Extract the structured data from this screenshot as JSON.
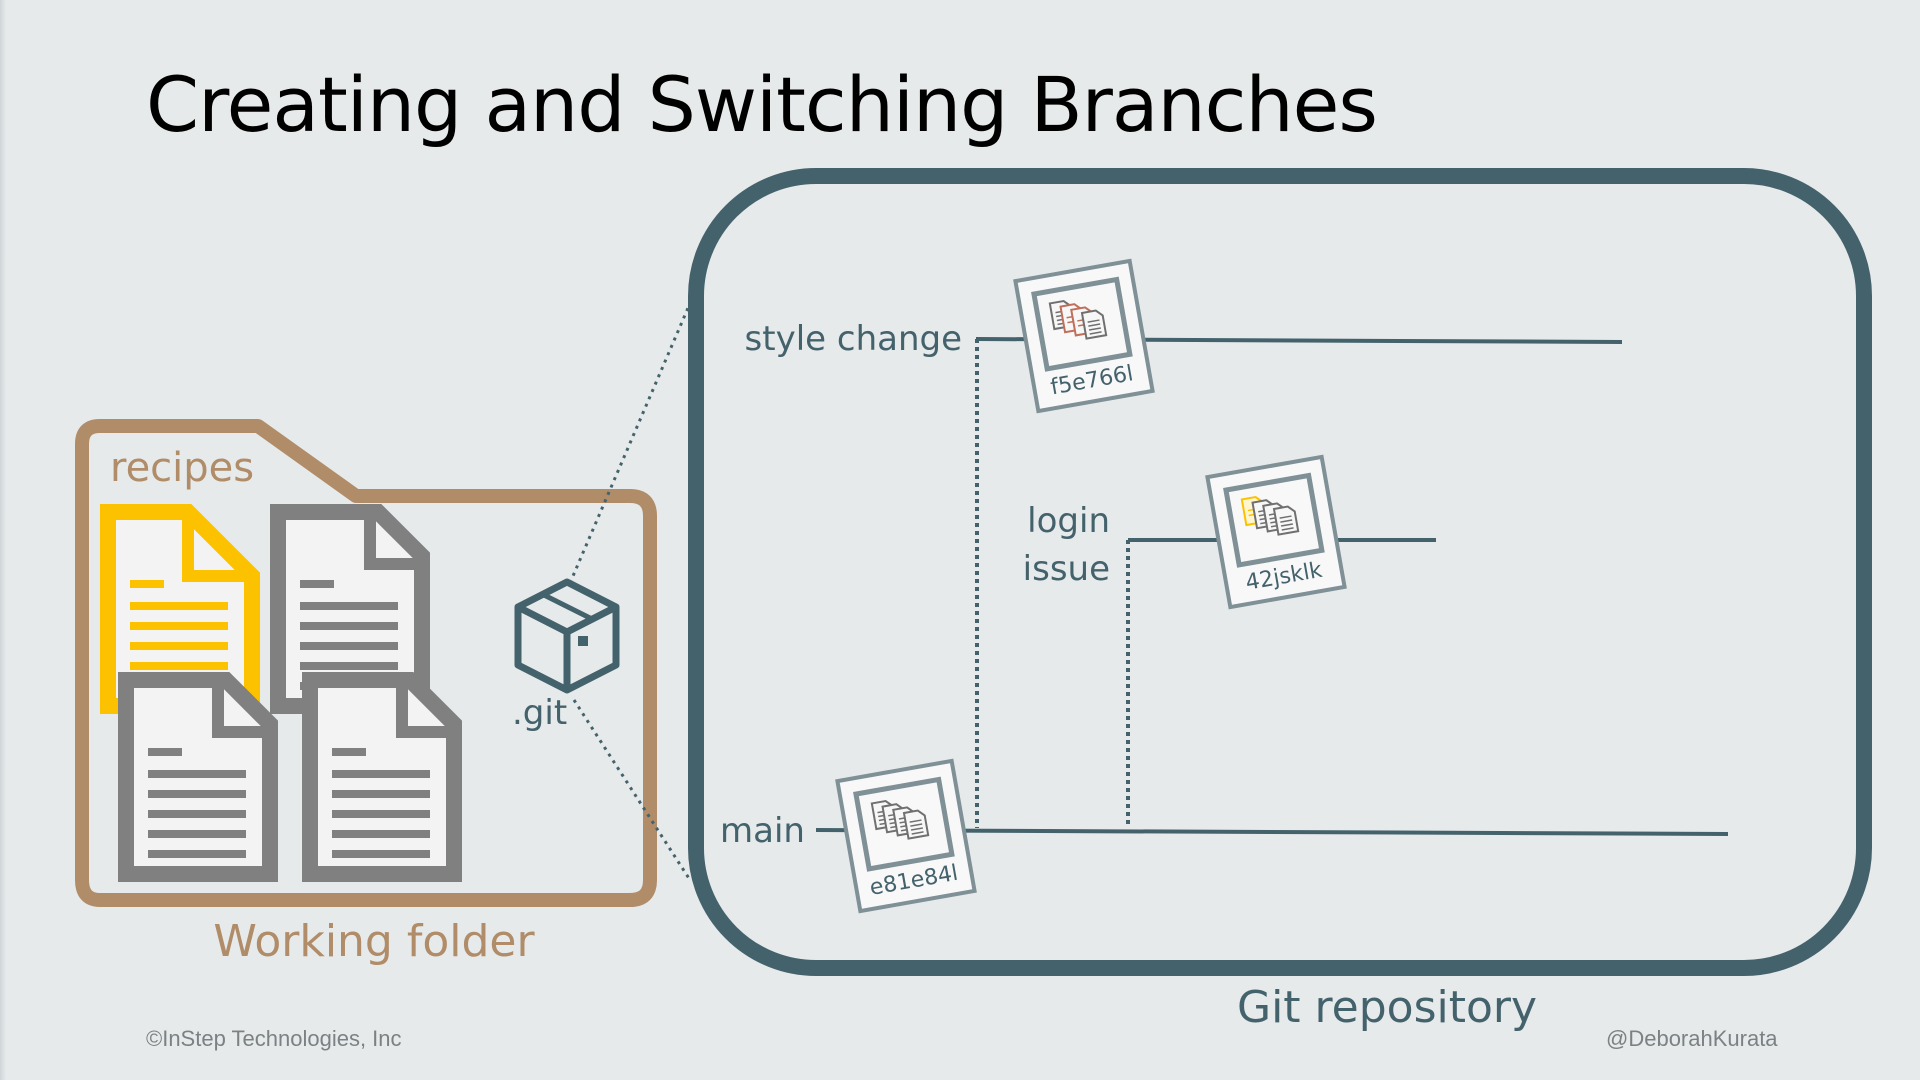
{
  "slide": {
    "title": "Creating and Switching Branches",
    "copyright": "©InStep Technologies, Inc",
    "handle": "@DeborahKurata"
  },
  "working_folder": {
    "folder_name": "recipes",
    "caption": "Working folder",
    "git_label": ".git"
  },
  "repository": {
    "caption": "Git repository",
    "branches": {
      "main": "main",
      "style_change": "style change",
      "login_line1": "login",
      "login_line2": "issue"
    },
    "commits": {
      "main_commit": "e81e84l",
      "style_commit": "f5e766l",
      "login_commit": "42jsklk"
    }
  },
  "colors": {
    "teal": "#44626c",
    "tan": "#b08c68",
    "yellow": "#fcc200",
    "gray_doc": "#808080",
    "frame_gray": "#7f9096",
    "background": "#e6eaeb"
  }
}
